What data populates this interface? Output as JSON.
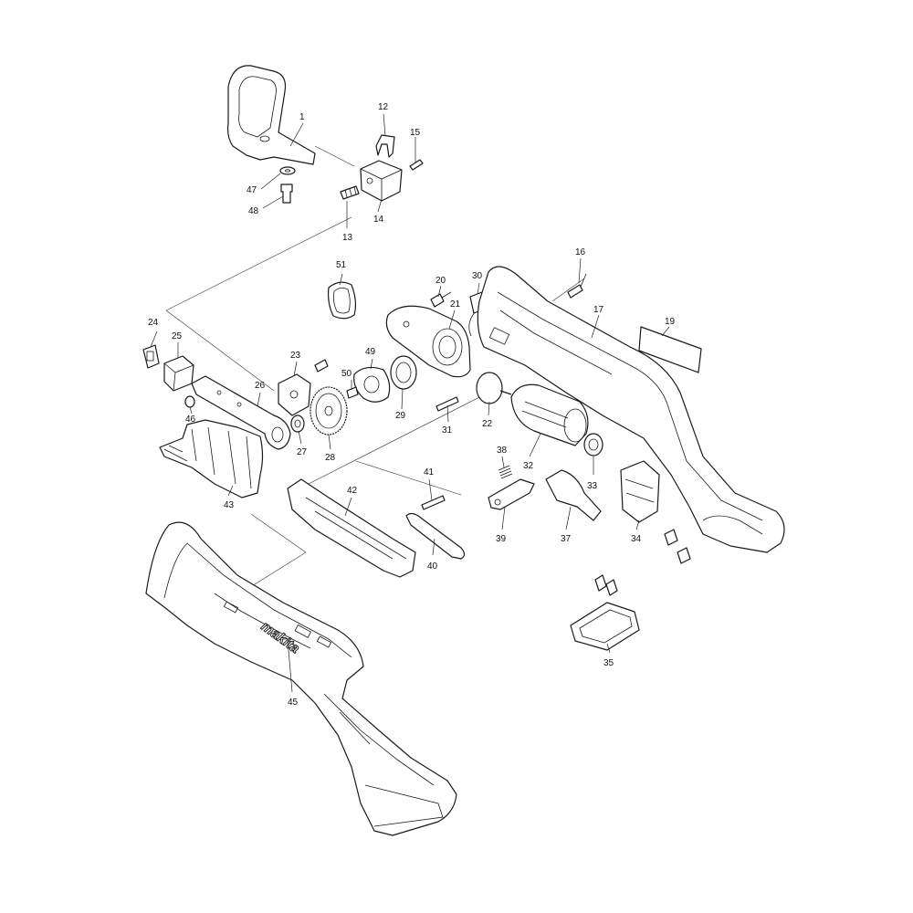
{
  "labels": {
    "p1": "1",
    "p12": "12",
    "p13": "13",
    "p14": "14",
    "p15": "15",
    "p16": "16",
    "p17": "17",
    "p19": "19",
    "p20": "20",
    "p21": "21",
    "p22": "22",
    "p23": "23",
    "p24": "24",
    "p25": "25",
    "p26": "26",
    "p27": "27",
    "p28": "28",
    "p29": "29",
    "p30": "30",
    "p31": "31",
    "p32": "32",
    "p33": "33",
    "p34": "34",
    "p35": "35",
    "p37": "37",
    "p38": "38",
    "p39": "39",
    "p40": "40",
    "p41": "41",
    "p42": "42",
    "p43": "43",
    "p45": "45",
    "p46": "46",
    "p47": "47",
    "p48": "48",
    "p49": "49",
    "p50": "50",
    "p51": "51"
  },
  "housing_logo": "makita"
}
